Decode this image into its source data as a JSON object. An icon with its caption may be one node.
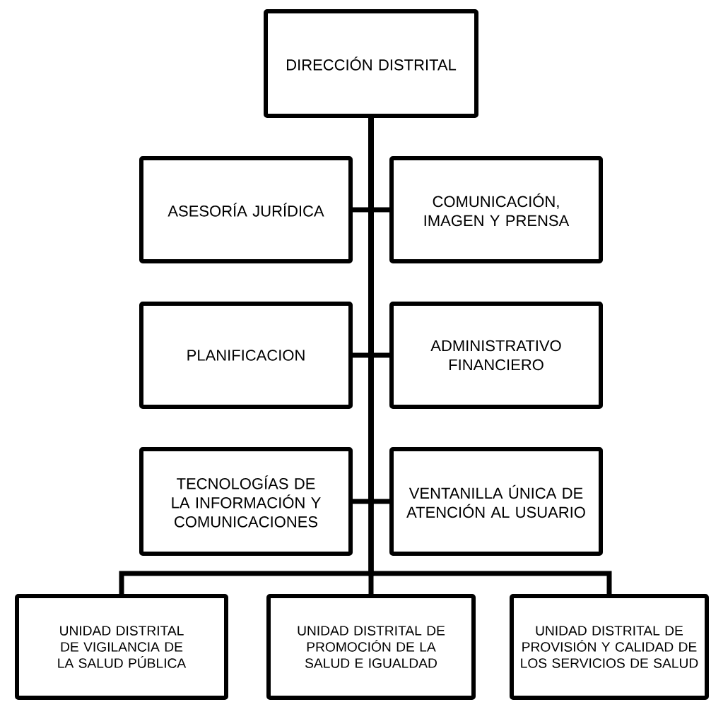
{
  "diagram": {
    "nodes": [
      {
        "text": [
          "DIRECCIÓN DISTRITAL"
        ]
      },
      {
        "text": [
          "ASESORÍA JURÍDICA"
        ]
      },
      {
        "text": [
          "COMUNICACIÓN, IMAGEN Y PRENSA"
        ]
      },
      {
        "text": [
          "PLANIFICACION"
        ]
      },
      {
        "text": [
          "ADMINISTRATIVO FINANCIERO"
        ]
      },
      {
        "text": [
          "TECNOLOGÍAS DE LA INFORMACIÓN Y COMUNICACIONES"
        ]
      },
      {
        "text": [
          "VENTANILLA ÚNICA DE ATENCIÓN AL USUARIO"
        ]
      },
      {
        "text": [
          "UNIDAD DISTRITAL DE VIGILANCIA DE LA SALUD PÚBLICA"
        ]
      },
      {
        "text": [
          "UNIDAD DISTRITAL DE PROMOCIÓN DE LA SALUD E IGUALDAD"
        ]
      },
      {
        "text": [
          "UNIDAD DISTRITAL DE PROVISIÓN Y CALIDAD DE LOS SERVICIOS DE SALUD"
        ]
      }
    ],
    "edges": [
      {
        "from": 0,
        "to": 1,
        "arrow": "none"
      },
      {
        "from": 0,
        "to": 2,
        "arrow": "none"
      },
      {
        "from": 0,
        "to": 3,
        "arrow": "none"
      },
      {
        "from": 0,
        "to": 4,
        "arrow": "none"
      },
      {
        "from": 0,
        "to": 5,
        "arrow": "none"
      },
      {
        "from": 0,
        "to": 6,
        "arrow": "none"
      },
      {
        "from": 0,
        "to": 7,
        "arrow": "none"
      },
      {
        "from": 0,
        "to": 8,
        "arrow": "none"
      },
      {
        "from": 0,
        "to": 9,
        "arrow": "none"
      }
    ]
  }
}
